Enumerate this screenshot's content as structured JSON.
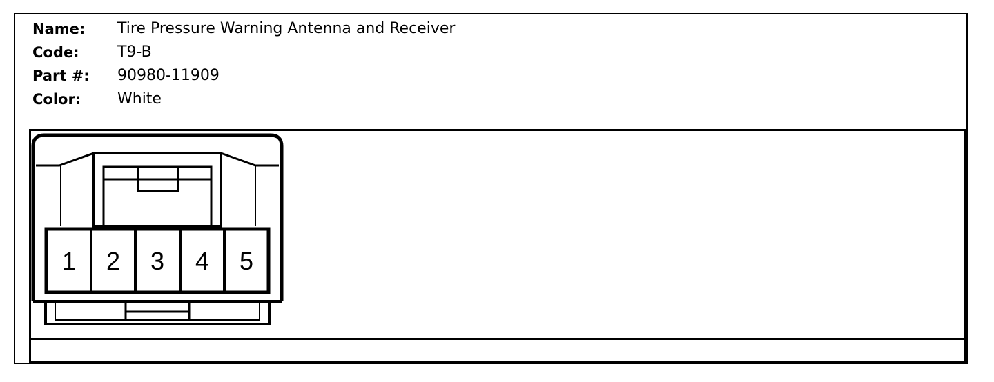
{
  "connector_info": {
    "name_label": "Name:",
    "name_value": "Tire Pressure Warning Antenna and Receiver",
    "code_label": "Code:",
    "code_value": "T9-B",
    "part_label": "Part #:",
    "part_value": "90980-11909",
    "color_label": "Color:",
    "color_value": "White"
  },
  "connector": {
    "pins": [
      "1",
      "2",
      "3",
      "4",
      "5"
    ]
  }
}
